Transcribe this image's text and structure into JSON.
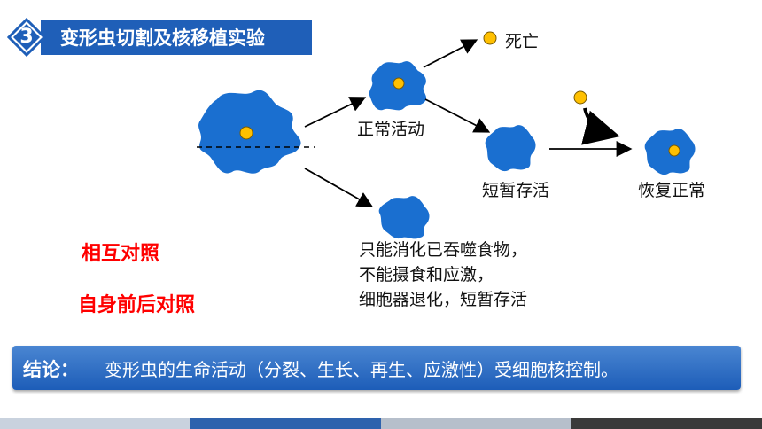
{
  "title": {
    "number": "3",
    "text": "变形虫切割及核移植实验"
  },
  "labels": {
    "death": "死亡",
    "normal": "正常活动",
    "short_survival": "短暂存活",
    "recover": "恢复正常"
  },
  "notes": [
    "只能消化已吞噬食物，",
    "不能摄食和应激，",
    "细胞器退化，短暂存活"
  ],
  "red_labels": {
    "mutual": "相互对照",
    "self": "自身前后对照"
  },
  "conclusion": {
    "label": "结论：",
    "text": "变形虫的生命活动（分裂、生长、再生、应激性）受细胞核控制。"
  },
  "colors": {
    "cell": "#1a6fd0",
    "nucleus": "#ffc000",
    "title_bg": "#1f5fb8",
    "red": "#ff0000",
    "footer": [
      "#c9d2de",
      "#2e62ad",
      "#b6bfcb",
      "#3a3a3a"
    ]
  }
}
